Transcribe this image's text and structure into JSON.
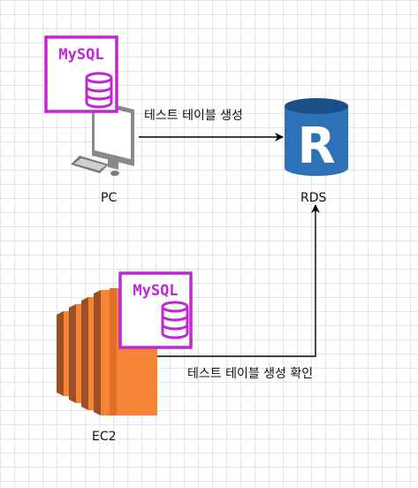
{
  "nodes": {
    "pc": {
      "label": "PC",
      "badge": "MySQL"
    },
    "rds": {
      "label": "RDS",
      "letter": "R"
    },
    "ec2": {
      "label": "EC2",
      "badge": "MySQL"
    }
  },
  "edges": {
    "pc_to_rds": {
      "label": "테스트 테이블 생성"
    },
    "ec2_to_rds": {
      "label": "테스트 테이블 생성 확인"
    }
  },
  "colors": {
    "mysql": "#c026d3",
    "rds_blue": "#2d72b8",
    "rds_dark": "#1b4f8a",
    "ec2_orange": "#f58536",
    "ec2_dark": "#9d5025",
    "arrow": "#000000"
  }
}
